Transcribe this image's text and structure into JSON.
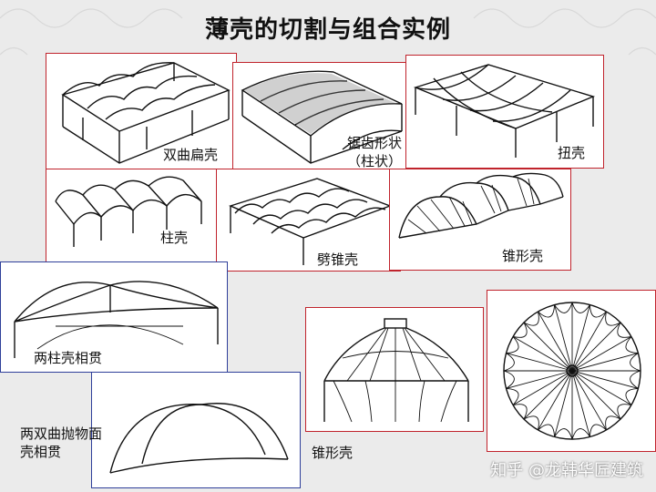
{
  "title": "薄壳的切割与组合实例",
  "figures": [
    {
      "id": "shuangqu",
      "caption": "双曲扁壳"
    },
    {
      "id": "juchi",
      "caption": "锯齿形状\n（柱状）"
    },
    {
      "id": "niuke",
      "caption": "扭壳"
    },
    {
      "id": "zhuke",
      "caption": "柱壳"
    },
    {
      "id": "pangzhui",
      "caption": "劈锥壳"
    },
    {
      "id": "zhuixing1",
      "caption": "锥形壳"
    },
    {
      "id": "liangzhu",
      "caption": "两柱壳相贯"
    },
    {
      "id": "liangshuangqu",
      "caption": "两双曲抛物面\n壳相贯"
    },
    {
      "id": "zhuixing2",
      "caption": "锥形壳"
    },
    {
      "id": "rosette",
      "caption": ""
    }
  ],
  "watermark": "知乎 @龙韩华匠建筑",
  "colors": {
    "red_border": "#c0232c",
    "blue_border": "#2f3f9a",
    "background": "#ebebeb"
  },
  "icons": {
    "watermark_logo": "zhihu-logo-icon"
  }
}
